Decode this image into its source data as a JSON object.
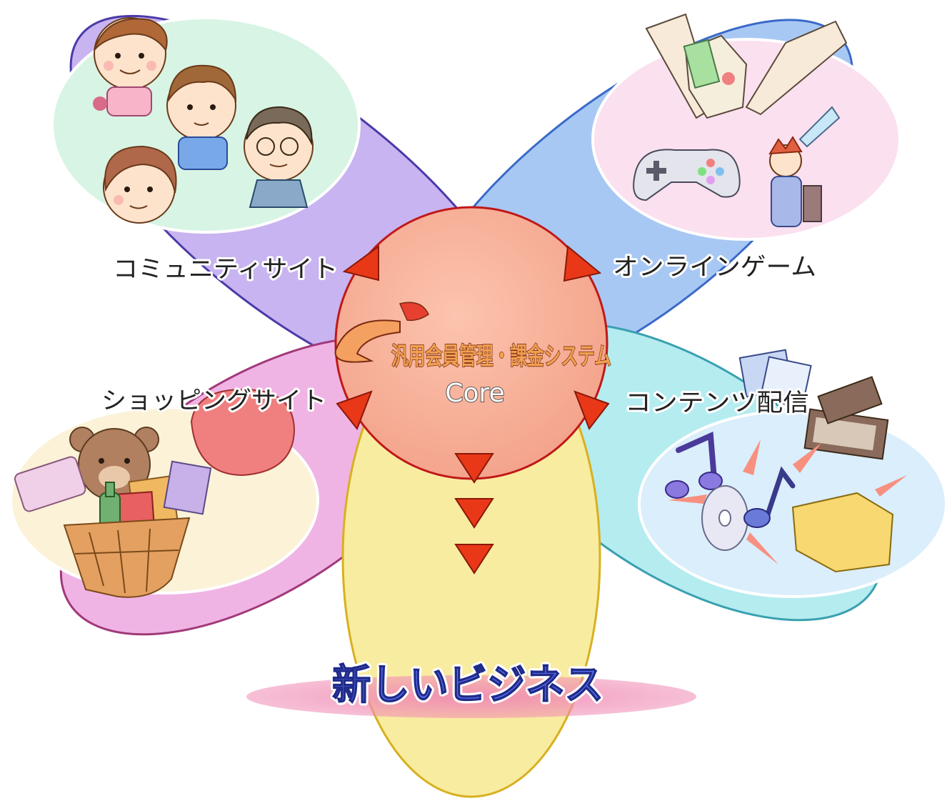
{
  "center": {
    "logo_text": "汎用会員管理・課金システム",
    "core_text": "Core"
  },
  "petals": [
    {
      "id": "community",
      "label": "コミュニティサイト",
      "color": "#c8b4f0",
      "stroke": "#4b3aa8"
    },
    {
      "id": "game",
      "label": "オンラインゲーム",
      "color": "#a8c8f4",
      "stroke": "#3a6ac8"
    },
    {
      "id": "shopping",
      "label": "ショッピングサイト",
      "color": "#f0b4e4",
      "stroke": "#a03a7a"
    },
    {
      "id": "contents",
      "label": "コンテンツ配信",
      "color": "#b4ecf0",
      "stroke": "#3aa0b0"
    }
  ],
  "new_business": {
    "label": "新しいビジネス",
    "color": "#f8eca0",
    "stroke": "#d8b020"
  },
  "colors": {
    "core_fill": "#f8b49c",
    "core_stroke": "#c01818",
    "arrow": "#e83818",
    "arrow_stroke": "#8a1808",
    "base_pink": "#f08cb4"
  }
}
